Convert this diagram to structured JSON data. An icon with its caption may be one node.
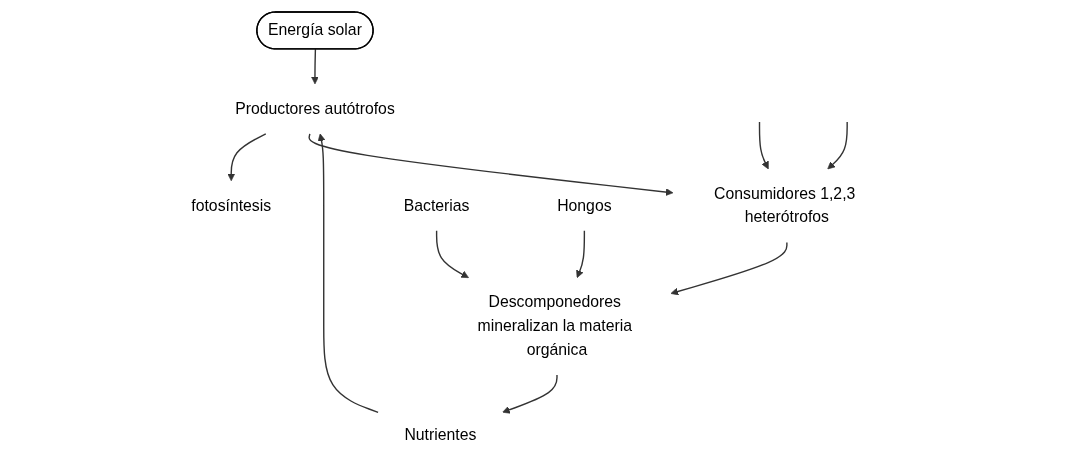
{
  "diagram": {
    "nodes": [
      {
        "text": [
          "Energía solar"
        ]
      },
      {
        "text": [
          "Productores autótrofos"
        ]
      },
      {
        "text": [
          "fotosíntesis"
        ]
      },
      {
        "text": [
          "Consumidores 1,2,3 heterótrofos"
        ]
      },
      {
        "text": [
          "Nutrientes"
        ]
      },
      {
        "text": [
          "Descomponedores mineralizan la materia orgánica"
        ]
      },
      {
        "text": [
          "Bacterias"
        ]
      },
      {
        "text": [
          "Hongos"
        ]
      }
    ],
    "edges": [
      {
        "from": 0,
        "to": 1,
        "arrow": "to"
      },
      {
        "from": 1,
        "to": 2,
        "arrow": "to"
      },
      {
        "from": 1,
        "to": 3,
        "arrow": "to"
      },
      {
        "from": null,
        "to": 3,
        "arrow": "to"
      },
      {
        "from": null,
        "to": 3,
        "arrow": "to"
      },
      {
        "from": 3,
        "to": 5,
        "arrow": "to"
      },
      {
        "from": 6,
        "to": 5,
        "arrow": "to"
      },
      {
        "from": 7,
        "to": 5,
        "arrow": "to"
      },
      {
        "from": 5,
        "to": 4,
        "arrow": "to"
      },
      {
        "from": 4,
        "to": 1,
        "arrow": "to"
      }
    ]
  }
}
